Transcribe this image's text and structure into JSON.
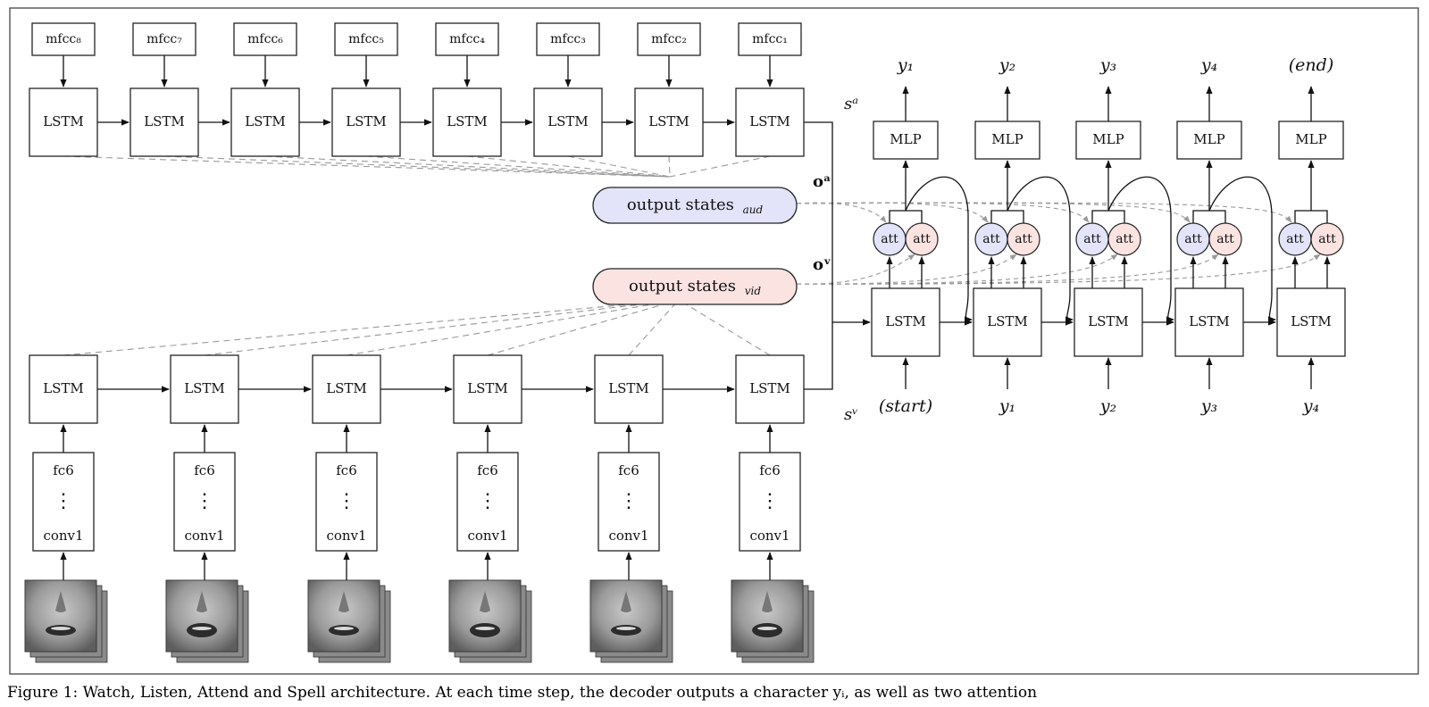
{
  "audio_encoder": {
    "inputs": [
      "mfcc₈",
      "mfcc₇",
      "mfcc₆",
      "mfcc₅",
      "mfcc₄",
      "mfcc₃",
      "mfcc₂",
      "mfcc₁"
    ],
    "cell_label": "LSTM",
    "state_label": "sᵃ"
  },
  "video_encoder": {
    "cell_label": "LSTM",
    "cnn_top": "fc6",
    "cnn_dots": "⋮",
    "cnn_bottom": "conv1",
    "state_label": "sᵛ",
    "frame_count": 6
  },
  "output_states": {
    "audio_label": "output states",
    "audio_sub": "aud",
    "video_label": "output states",
    "video_sub": "vid",
    "audio_symbol": "oᵃ",
    "video_symbol": "oᵛ"
  },
  "decoder": {
    "cell_label": "LSTM",
    "mlp_label": "MLP",
    "att_label": "att",
    "outputs": [
      "y₁",
      "y₂",
      "y₃",
      "y₄",
      "(end)"
    ],
    "inputs": [
      "(start)",
      "y₁",
      "y₂",
      "y₃",
      "y₄"
    ]
  },
  "caption": "Figure 1: Watch, Listen, Attend and Spell architecture. At each time step, the decoder outputs a character yᵢ, as well as two attention"
}
